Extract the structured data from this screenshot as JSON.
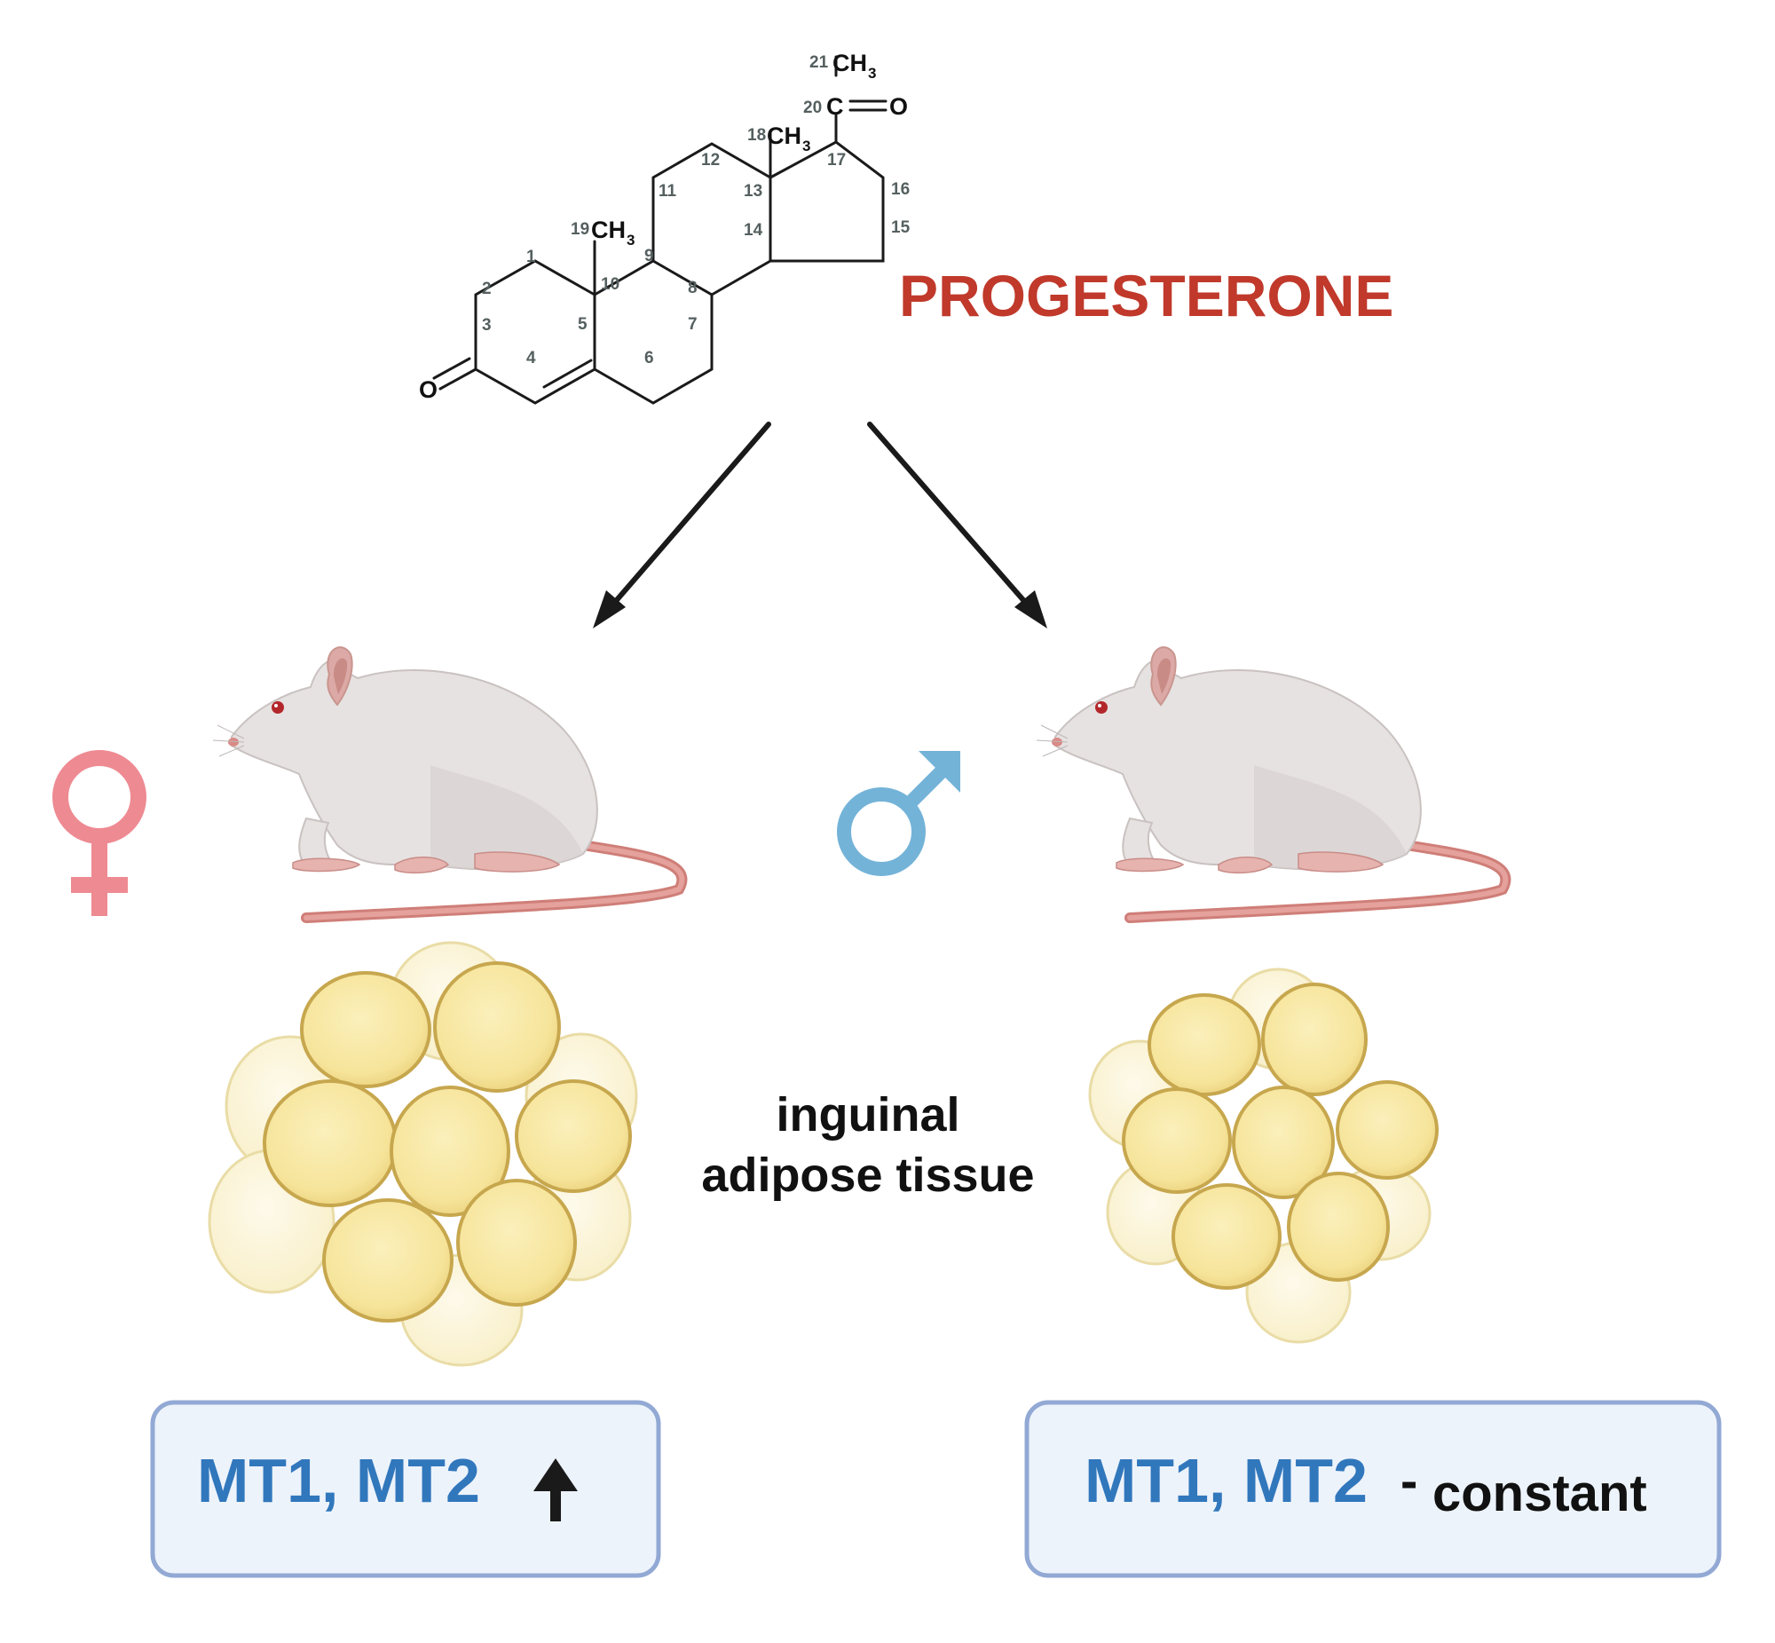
{
  "molecule": {
    "name": "PROGESTERONE",
    "oxygen": "O",
    "ch": "CH",
    "sub3": "3",
    "carbon": "C",
    "eq": "=",
    "numbers": [
      "1",
      "2",
      "3",
      "4",
      "5",
      "6",
      "7",
      "8",
      "9",
      "10",
      "11",
      "12",
      "13",
      "14",
      "15",
      "16",
      "17",
      "18",
      "19",
      "20",
      "21"
    ]
  },
  "tissue_label": {
    "line1": "inguinal",
    "line2": "adipose tissue"
  },
  "female": {
    "symbol": "female-symbol",
    "result_text": "MT1, MT2",
    "trend": "up-arrow"
  },
  "male": {
    "symbol": "male-symbol",
    "result_text": "MT1, MT2",
    "dash": "-",
    "trend_text": "constant"
  },
  "colors": {
    "title": "#c0392b",
    "female": "#ee8a92",
    "male": "#74b3d8",
    "result_text": "#3177bc",
    "box_fill": "#edf3fb",
    "box_stroke": "#92a9d4",
    "fat_cell": "#f6e49a",
    "fat_cell_light": "#fbf3d0"
  }
}
